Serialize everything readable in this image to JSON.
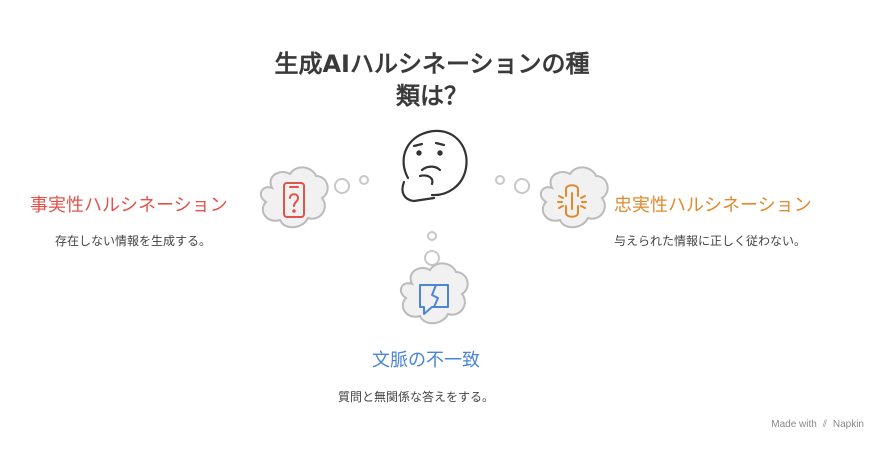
{
  "title": {
    "line1": "生成AIハルシネーションの種",
    "line2": "類は？"
  },
  "items": [
    {
      "label": "事実性ハルシネーション",
      "description": "存在しない情報を生成する。",
      "color": "#e2534b",
      "icon": "phone-question-icon"
    },
    {
      "label": "忠実性ハルシネーション",
      "description": "与えられた情報に正しく従わない。",
      "color": "#e08a2e",
      "icon": "broken-link-icon"
    },
    {
      "label": "文脈の不一致",
      "description": "質問と無関係な答えをする。",
      "color": "#4a86d4",
      "icon": "broken-chat-icon"
    }
  ],
  "center_icon": "thinking-face-icon",
  "footer": {
    "made_with": "Made with",
    "brand": "Napkin"
  }
}
